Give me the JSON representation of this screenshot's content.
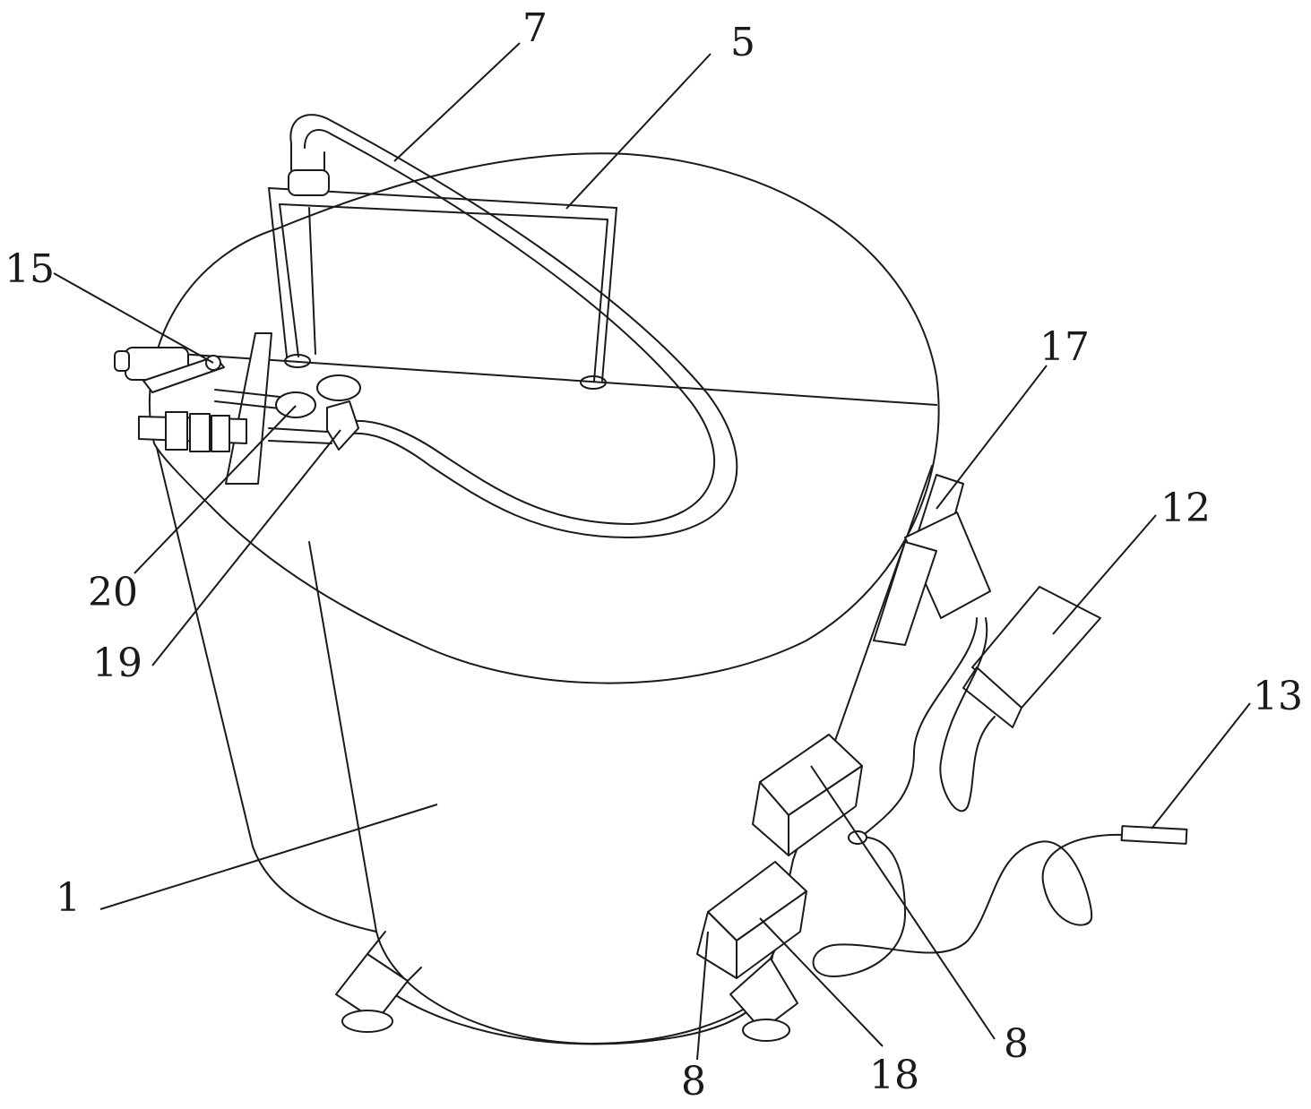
{
  "colors": {
    "line": "#1a1a1a",
    "background": "#ffffff"
  },
  "labels": {
    "l7": "7",
    "l5": "5",
    "l15": "15",
    "l17": "17",
    "l12": "12",
    "l13": "13",
    "l20": "20",
    "l19": "19",
    "l1": "1",
    "l8a": "8",
    "l8b": "8",
    "l18": "18"
  }
}
